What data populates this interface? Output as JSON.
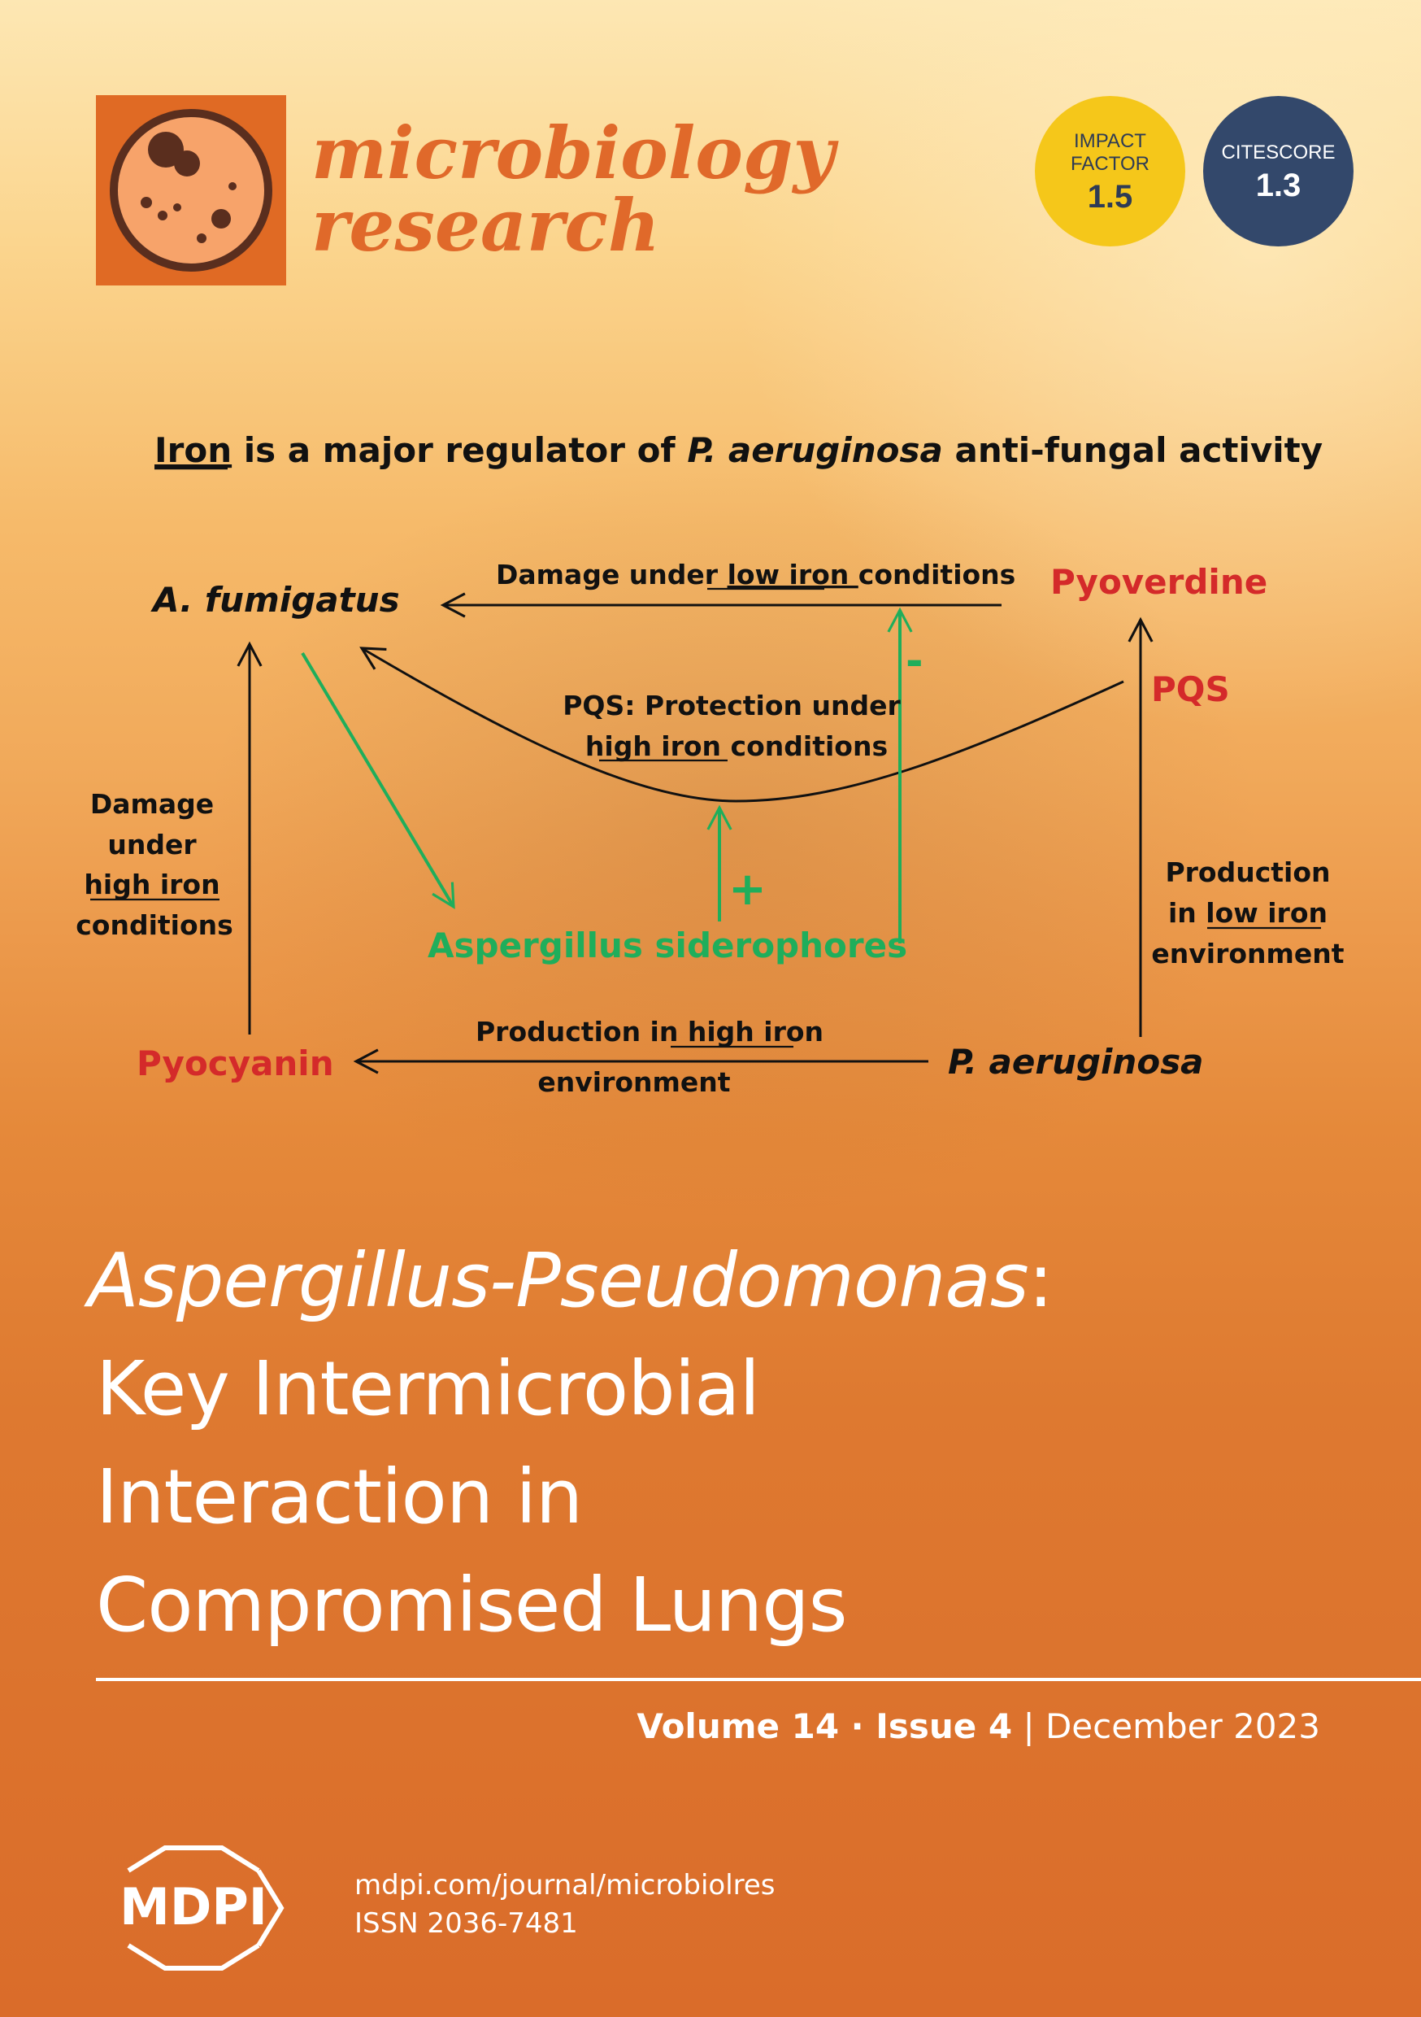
{
  "journal": {
    "name_line1": "microbiology",
    "name_line2": "research",
    "logo_icon": "petri-dish-icon",
    "brand_color": "#e06a24"
  },
  "badges": {
    "impact": {
      "label_line1": "IMPACT",
      "label_line2": "FACTOR",
      "value": "1.5",
      "color": "#f5c71a"
    },
    "citescore": {
      "label": "CITESCORE",
      "value": "1.3",
      "color": "#33486b"
    }
  },
  "diagram": {
    "heading": {
      "part_iron": "Iron",
      "part_mid": " is a major regulator of ",
      "part_species": "P. aeruginosa",
      "part_end": " anti-fungal activity"
    },
    "nodes": {
      "a_fumigatus": "A. fumigatus",
      "pyoverdine": "Pyoverdine",
      "pqs": "PQS",
      "siderophores": "Aspergillus siderophores",
      "pyocyanin": "Pyocyanin",
      "p_aeruginosa": "P. aeruginosa"
    },
    "labels": {
      "damage_low_a": "Damage under ",
      "damage_low_u": "low iron ",
      "damage_low_b": "conditions",
      "pqs_protect_1": "PQS: Protection under",
      "pqs_protect_u": "high iron ",
      "pqs_protect_2": "conditions",
      "damage_high_1": "Damage",
      "damage_high_2": "under",
      "damage_high_u": "high iron ",
      "damage_high_3": "conditions",
      "prod_low_1": "Production",
      "prod_low_a": "in ",
      "prod_low_u": "low iron",
      "prod_low_2": "environment",
      "prod_high_a": "Production in ",
      "prod_high_u": "high iron",
      "prod_high_2": "environment",
      "minus": "-",
      "plus": "+"
    },
    "colors": {
      "red": "#d42a2a",
      "green": "#1fae5b",
      "black": "#111111"
    }
  },
  "title": {
    "line1_italic": "Aspergillus-Pseudomonas",
    "line1_colon": ":",
    "line2": "Key Intermicrobial",
    "line3": "Interaction in",
    "line4": "Compromised Lungs"
  },
  "issue": {
    "volume": "Volume 14",
    "sep1": " · ",
    "issue": "Issue 4",
    "sep2": " | ",
    "date": "December 2023"
  },
  "publisher": {
    "name": "MDPI",
    "url": "mdpi.com/journal/microbiolres",
    "issn": "ISSN 2036-7481"
  }
}
